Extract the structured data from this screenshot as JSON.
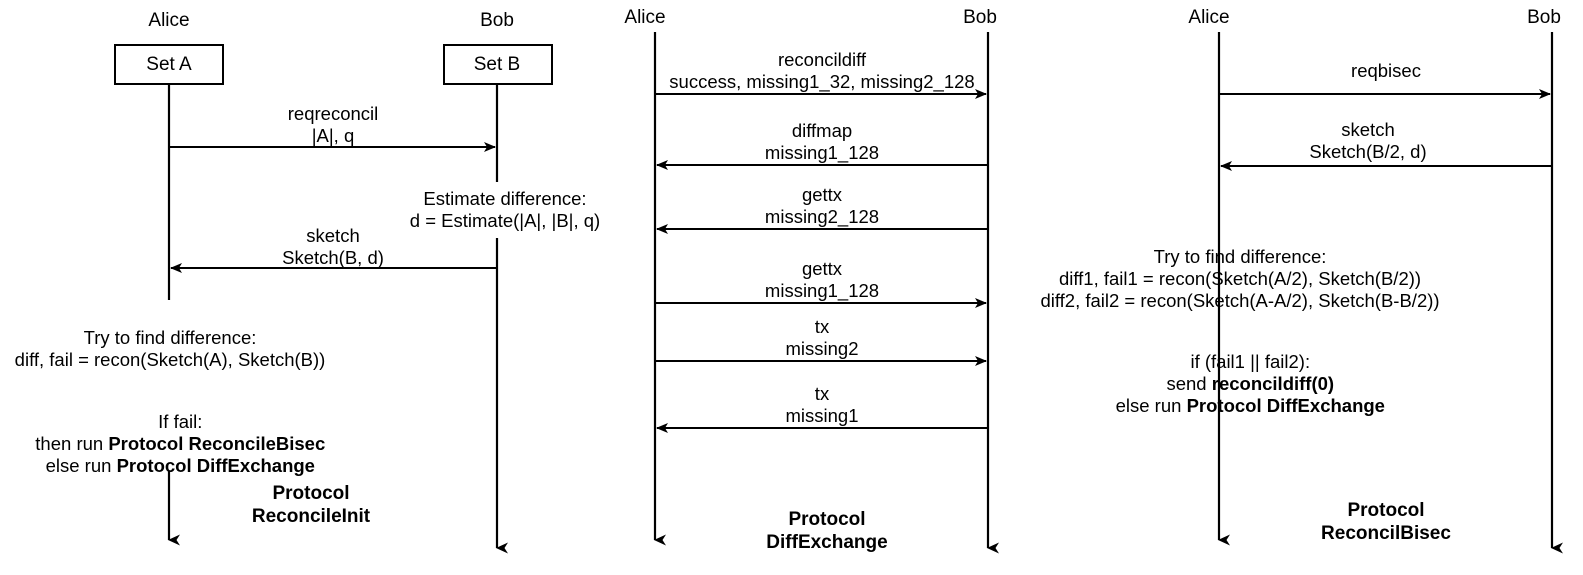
{
  "diagram": {
    "kind": "sequence-diagram",
    "panels": [
      {
        "id": "reconcile-init",
        "protocol_label_line1": "Protocol",
        "protocol_label_line2": "ReconcileInit",
        "actors": [
          {
            "name": "Alice",
            "box_label": "Set A"
          },
          {
            "name": "Bob",
            "box_label": "Set B"
          }
        ],
        "messages": [
          {
            "dir": "right",
            "line1": "reqreconcil",
            "line2": "|A|, q"
          },
          {
            "dir": "left",
            "line1": "sketch",
            "line2": "Sketch(B, d)"
          }
        ],
        "notes": [
          {
            "owner": "bob",
            "lines": [
              "Estimate difference:",
              "d = Estimate(|A|, |B|, q)"
            ]
          },
          {
            "owner": "alice",
            "lines": [
              "Try to find difference:",
              "diff, fail = recon(Sketch(A), Sketch(B))"
            ]
          },
          {
            "owner": "alice",
            "rich": [
              [
                {
                  "t": "If fail:",
                  "b": false
                }
              ],
              [
                {
                  "t": "then run ",
                  "b": false
                },
                {
                  "t": "Protocol ReconcileBisec",
                  "b": true
                }
              ],
              [
                {
                  "t": "else run ",
                  "b": false
                },
                {
                  "t": "Protocol DiffExchange",
                  "b": true
                }
              ]
            ]
          }
        ]
      },
      {
        "id": "diff-exchange",
        "protocol_label_line1": "Protocol",
        "protocol_label_line2": "DiffExchange",
        "actors": [
          {
            "name": "Alice",
            "box_label": ""
          },
          {
            "name": "Bob",
            "box_label": ""
          }
        ],
        "messages": [
          {
            "dir": "right",
            "line1": "reconcildiff",
            "line2": "success, missing1_32, missing2_128"
          },
          {
            "dir": "left",
            "line1": "diffmap",
            "line2": "missing1_128"
          },
          {
            "dir": "left",
            "line1": "gettx",
            "line2": "missing2_128"
          },
          {
            "dir": "right",
            "line1": "gettx",
            "line2": "missing1_128"
          },
          {
            "dir": "right",
            "line1": "tx",
            "line2": "missing2"
          },
          {
            "dir": "left",
            "line1": "tx",
            "line2": "missing1"
          }
        ],
        "notes": []
      },
      {
        "id": "reconcil-bisec",
        "protocol_label_line1": "Protocol",
        "protocol_label_line2": "ReconcilBisec",
        "actors": [
          {
            "name": "Alice",
            "box_label": ""
          },
          {
            "name": "Bob",
            "box_label": ""
          }
        ],
        "messages": [
          {
            "dir": "right",
            "line1": "reqbisec",
            "line2": ""
          },
          {
            "dir": "left",
            "line1": "sketch",
            "line2": "Sketch(B/2, d)"
          }
        ],
        "notes": [
          {
            "owner": "center",
            "lines": [
              "Try to find difference:",
              "diff1, fail1 = recon(Sketch(A/2), Sketch(B/2))",
              "diff2, fail2 = recon(Sketch(A-A/2), Sketch(B-B/2))"
            ]
          },
          {
            "owner": "center",
            "rich": [
              [
                {
                  "t": "if (fail1 || fail2):",
                  "b": false
                }
              ],
              [
                {
                  "t": "send ",
                  "b": false
                },
                {
                  "t": "reconcildiff(0)",
                  "b": true
                }
              ],
              [
                {
                  "t": "else run ",
                  "b": false
                },
                {
                  "t": "Protocol DiffExchange",
                  "b": true
                }
              ]
            ]
          }
        ]
      }
    ],
    "colors": {
      "stroke": "#000000",
      "background": "#ffffff",
      "text": "#000000"
    }
  }
}
